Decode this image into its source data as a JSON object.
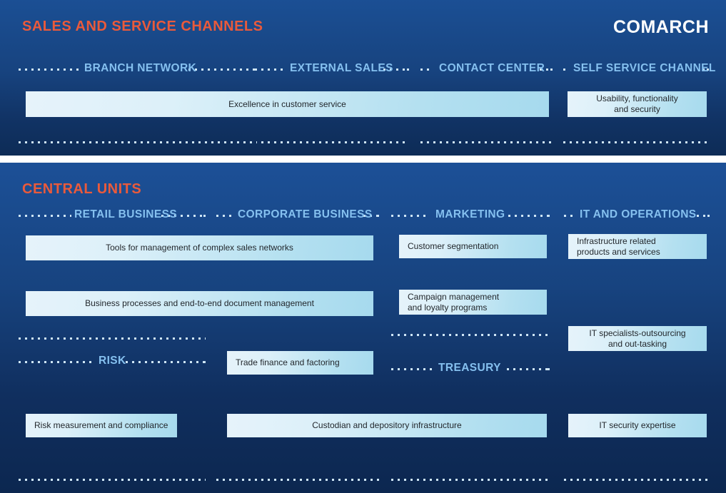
{
  "brand": {
    "logo": "COMARCH",
    "accent_orange": "#ea5a3b",
    "label_blue": "#85c0ef",
    "chip_light": "#e6f3fa",
    "chip_dark": "#a6daee",
    "bg_top": "#1b4f94",
    "bg_bottom": "#0c2750"
  },
  "sections": [
    {
      "title": "SALES AND SERVICE CHANNELS",
      "groups": [
        {
          "label": "BRANCH NETWORK"
        },
        {
          "label": "EXTERNAL SALES"
        },
        {
          "label": "CONTACT CENTER"
        },
        {
          "label": "SELF SERVICE CHANNEL"
        }
      ],
      "chips": [
        {
          "text": "Excellence in customer service"
        },
        {
          "line1": "Usability, functionality",
          "line2": "and security"
        }
      ]
    },
    {
      "title": "CENTRAL UNITS",
      "groups": [
        {
          "label": "RETAIL BUSINESS"
        },
        {
          "label": "CORPORATE BUSINESS"
        },
        {
          "label": "MARKETING"
        },
        {
          "label": "IT AND OPERATIONS"
        },
        {
          "label": "RISK"
        },
        {
          "label": "TREASURY"
        }
      ],
      "chips": [
        {
          "text": "Tools for management of complex sales networks"
        },
        {
          "text": "Business processes and end-to-end document management"
        },
        {
          "text": "Trade finance and factoring"
        },
        {
          "text": "Custodian and depository infrastructure"
        },
        {
          "text": "Customer segmentation"
        },
        {
          "line1": "Campaign management",
          "line2": "and loyalty programs"
        },
        {
          "line1": "Infrastructure related",
          "line2": "products and services"
        },
        {
          "line1": "IT specialists-outsourcing",
          "line2": "and out-tasking"
        },
        {
          "text": "IT security expertise"
        },
        {
          "text": "Risk measurement and compliance"
        }
      ]
    }
  ]
}
